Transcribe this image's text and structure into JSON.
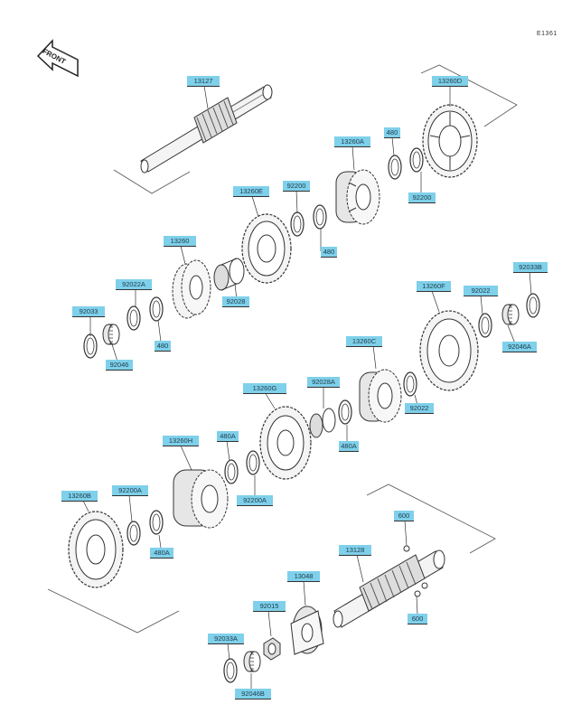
{
  "diagram": {
    "code": "E1361",
    "front_text": "FRONT",
    "colors": {
      "label_fill": "#7fd0ea",
      "line": "#444444",
      "part_fill": "#f2f2f2",
      "part_dark": "#555555"
    },
    "labels": {
      "p13127": "13127",
      "p13260D": "13260D",
      "p13260A": "13260A",
      "p480_top": "480",
      "p92200_top": "92200",
      "p92200_r": "92200",
      "p13260E": "13260E",
      "p480_a": "480",
      "p13260": "13260",
      "p92028": "92028",
      "p92022A": "92022A",
      "p480_b": "480",
      "p92033": "92033",
      "p92046": "92046",
      "p92033B": "92033B",
      "p13260F": "13260F",
      "p92022": "92022",
      "p92046A": "92046A",
      "p13260C": "13260C",
      "p92022_b": "92022",
      "p13260G": "13260G",
      "p92028A": "92028A",
      "p480A": "480A",
      "p13260H": "13260H",
      "p480A_b": "480A",
      "p92200A": "92200A",
      "p13260B": "13260B",
      "p92200A_b": "92200A",
      "p480A_c": "480A",
      "p600_top": "600",
      "p13128": "13128",
      "p13048": "13048",
      "p600_b": "600",
      "p92015": "92015",
      "p92033A": "92033A",
      "p92046B": "92046B"
    }
  }
}
